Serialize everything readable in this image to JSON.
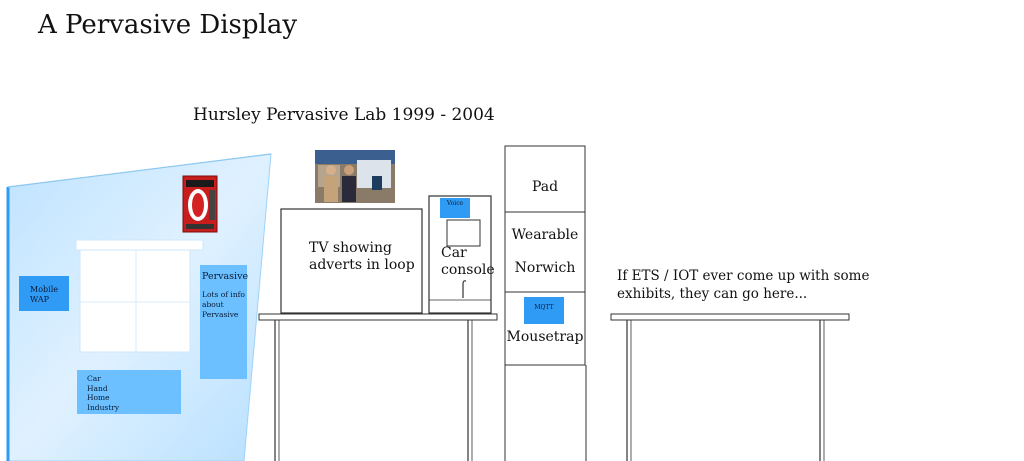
{
  "title": "A Pervasive Display",
  "subtitle": "Hursley Pervasive Lab 1999 - 2004",
  "wall": {
    "mobile_box": [
      "Mobile",
      "WAP"
    ],
    "pervasive_box": {
      "heading": "Pervasive",
      "lines": [
        "Lots of info",
        "about",
        "Pervasive"
      ]
    },
    "bottom_box": [
      "Car",
      "Hand",
      "Home",
      "Industry"
    ]
  },
  "tv": {
    "lines": [
      "TV showing",
      "adverts in loop"
    ]
  },
  "car_console": {
    "voice_label": "Voice",
    "lines": [
      "Car",
      "console"
    ]
  },
  "stack": {
    "pad": "Pad",
    "wearable": "Wearable",
    "norwich": "Norwich",
    "mqtt": "MQTT",
    "mousetrap": "Mousetrap"
  },
  "future_note": {
    "lines": [
      "If ETS / IOT ever come up with some",
      "exhibits, they can go here..."
    ]
  },
  "colors": {
    "wall_fill": "#cfe9ff",
    "wall_edge": "#2f9bf5",
    "box_blue": "#2f9bf5",
    "box_light": "#6cc0ff",
    "line": "#333333"
  }
}
